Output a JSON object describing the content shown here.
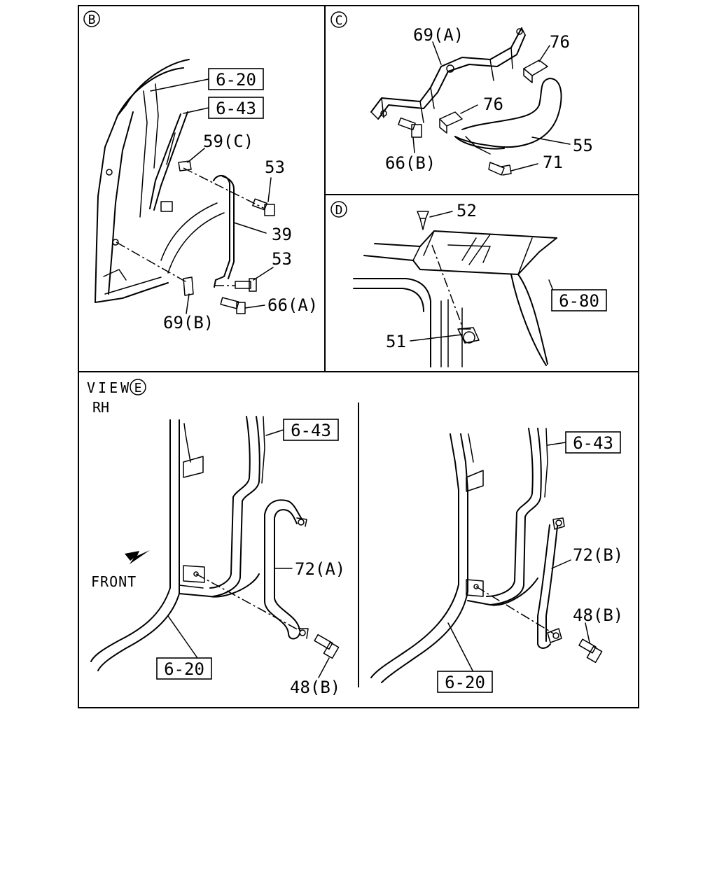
{
  "panels": {
    "b": {
      "tag": "B",
      "labels": {
        "ref_6_20": "6-20",
        "ref_6_43": "6-43",
        "p59c": "59(C)",
        "p53_top": "53",
        "p39": "39",
        "p53_bot": "53",
        "p66a": "66(A)",
        "p69b": "69(B)"
      }
    },
    "c": {
      "tag": "C",
      "labels": {
        "p69a": "69(A)",
        "p76_top": "76",
        "p76_mid": "76",
        "p55": "55",
        "p66b": "66(B)",
        "p71": "71"
      }
    },
    "d": {
      "tag": "D",
      "labels": {
        "p52": "52",
        "ref_6_80": "6-80",
        "p51": "51"
      }
    },
    "e": {
      "view_label": "VIEW",
      "tag": "E",
      "side": "RH",
      "front": "FRONT",
      "left": {
        "ref_6_43": "6-43",
        "p72a": "72(A)",
        "ref_6_20": "6-20",
        "p48b": "48(B)"
      },
      "right": {
        "ref_6_43": "6-43",
        "p72b": "72(B)",
        "p48b": "48(B)",
        "ref_6_20": "6-20"
      }
    }
  }
}
